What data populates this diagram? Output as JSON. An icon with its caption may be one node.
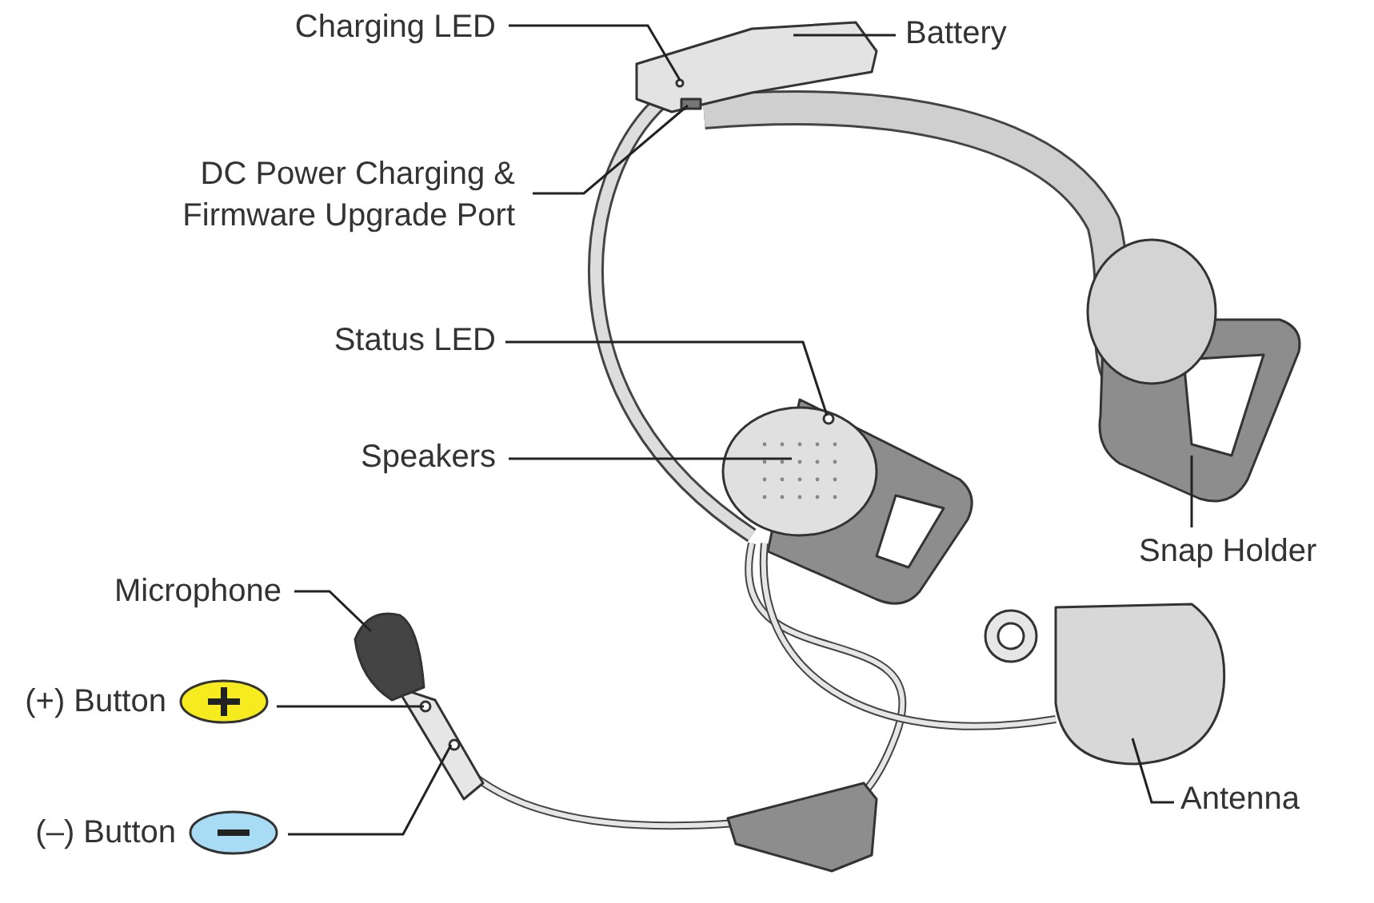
{
  "diagram": {
    "nodes": [
      {
        "text": [
          "Charging LED"
        ]
      },
      {
        "text": [
          "Battery"
        ]
      },
      {
        "text": [
          "DC Power Charging & Firmware Upgrade Port"
        ]
      },
      {
        "text": [
          "Status LED"
        ]
      },
      {
        "text": [
          "Speakers"
        ]
      },
      {
        "text": [
          "Snap Holder"
        ]
      },
      {
        "text": [
          "Microphone"
        ]
      },
      {
        "text": [
          "(+) Button"
        ]
      },
      {
        "text": [
          "Antenna"
        ]
      },
      {
        "text": [
          "(–) Button"
        ]
      }
    ],
    "edges": [
      {
        "from": 0,
        "to": null,
        "arrow": "none"
      },
      {
        "from": 1,
        "to": null,
        "arrow": "none"
      },
      {
        "from": 2,
        "to": null,
        "arrow": "none"
      },
      {
        "from": 3,
        "to": null,
        "arrow": "none"
      },
      {
        "from": 4,
        "to": null,
        "arrow": "none"
      },
      {
        "from": 5,
        "to": null,
        "arrow": "none"
      },
      {
        "from": 6,
        "to": null,
        "arrow": "none"
      },
      {
        "from": 7,
        "to": null,
        "arrow": "none"
      },
      {
        "from": 8,
        "to": null,
        "arrow": "none"
      },
      {
        "from": 9,
        "to": null,
        "arrow": "none"
      }
    ]
  }
}
